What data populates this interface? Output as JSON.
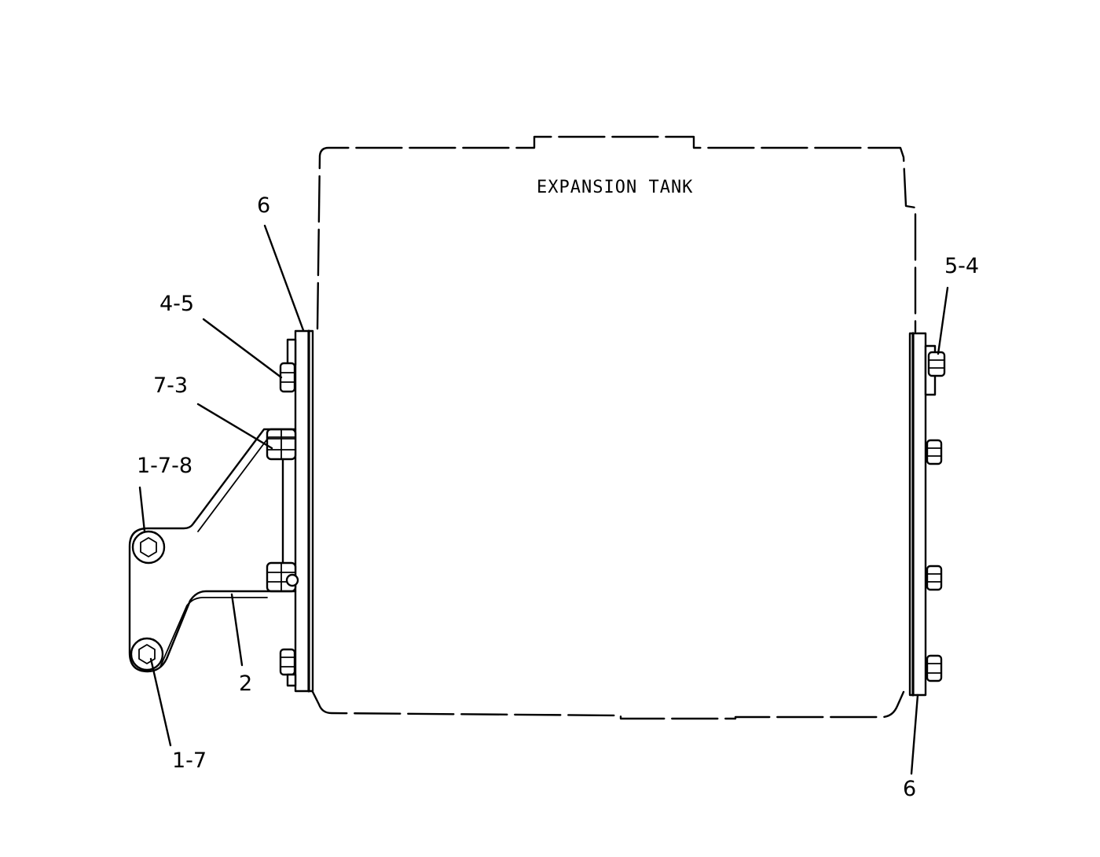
{
  "diagram": {
    "tank_label": "EXPANSION TANK",
    "callouts": {
      "c6_top": "6",
      "c4_5": "4-5",
      "c7_3": "7-3",
      "c1_7_8": "1-7-8",
      "c2": "2",
      "c1_7": "1-7",
      "c5_4": "5-4",
      "c6_bottom": "6"
    },
    "colors": {
      "ink": "#000000",
      "background": "#ffffff"
    }
  }
}
